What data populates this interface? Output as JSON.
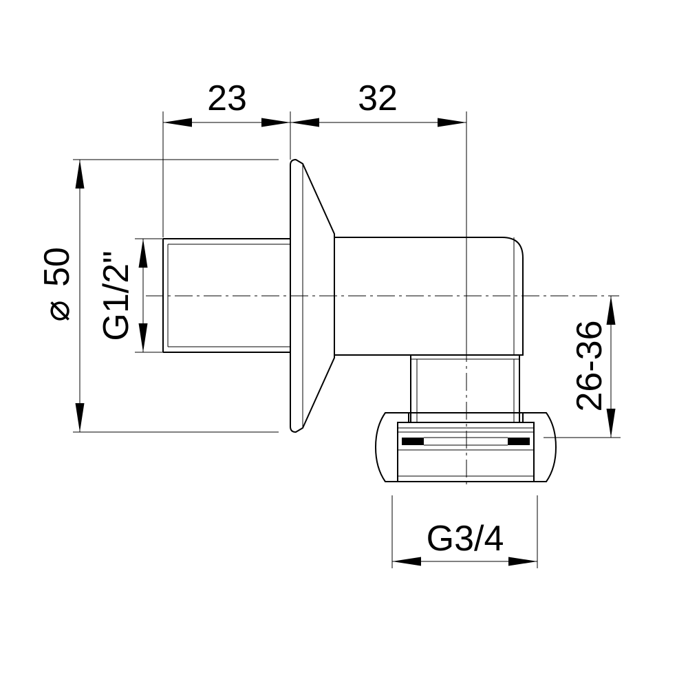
{
  "dimensions": {
    "thread_length": "23",
    "body_length": "32",
    "flange_diameter_symbol": "⌀",
    "flange_diameter": "50",
    "inlet_thread": "G1/2\"",
    "outlet_offset": "26-36",
    "outlet_thread": "G3/4"
  }
}
